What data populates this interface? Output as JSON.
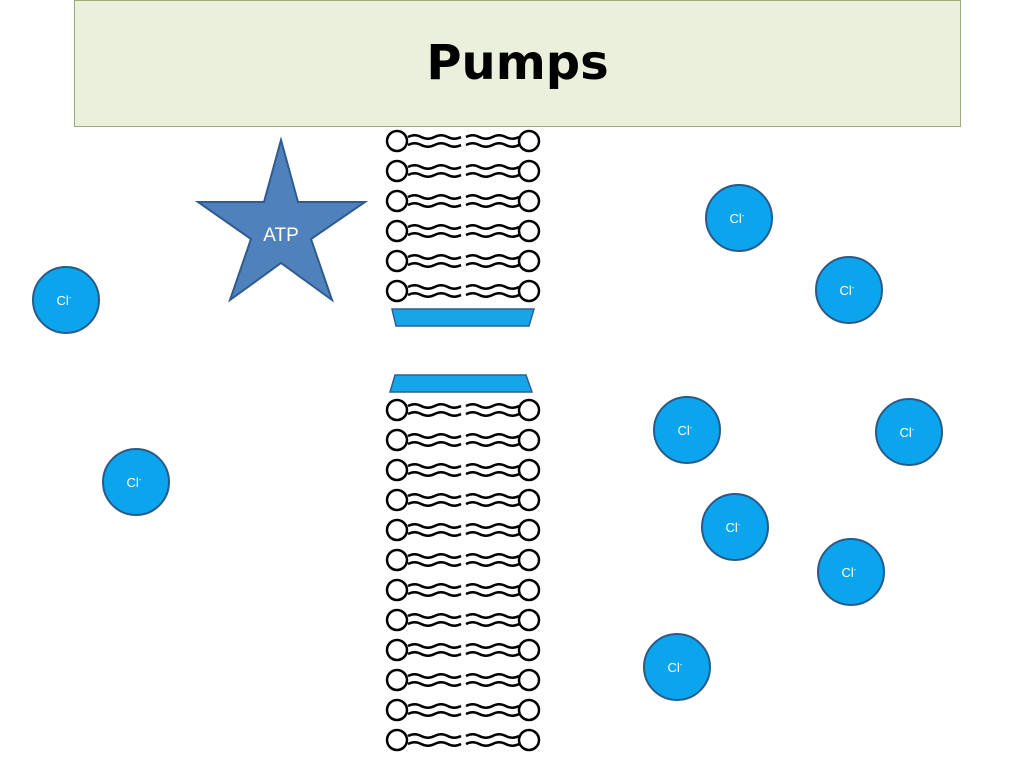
{
  "slide": {
    "title": "Pumps"
  },
  "atp": {
    "label": "ATP"
  },
  "ion": {
    "symbol": "Cl",
    "charge": "-"
  },
  "colors": {
    "title_bg": "#ebf0dd",
    "title_border": "#9bab7a",
    "ion_fill": "#0aa5ec",
    "ion_stroke": "#2a5a8a",
    "atp_fill": "#4f81bd",
    "atp_stroke": "#2f5c8c",
    "channel_fill": "#16a5e8",
    "channel_stroke": "#2e5f8f",
    "lipid_stroke": "#000000"
  }
}
